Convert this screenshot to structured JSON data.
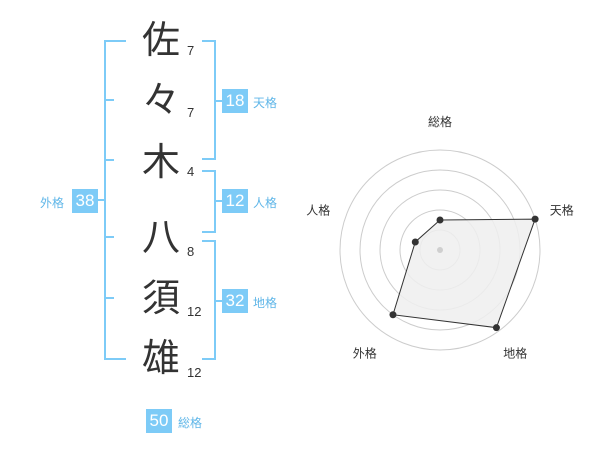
{
  "name": {
    "chars": [
      {
        "char": "佐",
        "strokes": "7"
      },
      {
        "char": "々",
        "strokes": "7"
      },
      {
        "char": "木",
        "strokes": "4"
      },
      {
        "char": "八",
        "strokes": "8"
      },
      {
        "char": "須",
        "strokes": "12"
      },
      {
        "char": "雄",
        "strokes": "12"
      }
    ]
  },
  "kaku": {
    "tenkaku": {
      "value": "18",
      "label": "天格"
    },
    "jinkaku": {
      "value": "12",
      "label": "人格"
    },
    "chikaku": {
      "value": "32",
      "label": "地格"
    },
    "gaikaku": {
      "value": "38",
      "label": "外格"
    },
    "soukaku": {
      "value": "50",
      "label": "総格"
    }
  },
  "colors": {
    "accent": "#7dcbf7",
    "accent_text": "#5fb6e8"
  },
  "chart_data": {
    "type": "radar",
    "axes": [
      "総格",
      "天格",
      "地格",
      "外格",
      "人格"
    ],
    "levels": 5,
    "values": [
      1.5,
      5,
      4.8,
      4,
      1.3
    ],
    "max": 5,
    "grid": true
  }
}
